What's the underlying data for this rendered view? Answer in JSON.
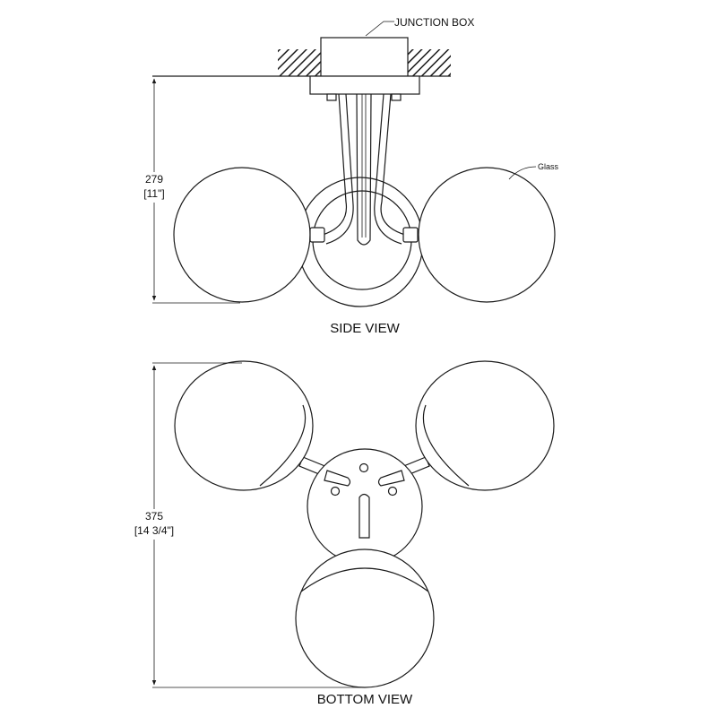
{
  "labels": {
    "junction_box": "JUNCTION BOX",
    "glass": "Glass",
    "side_view": "SIDE VIEW",
    "bottom_view": "BOTTOM VIEW"
  },
  "dimensions": {
    "height_mm": "279",
    "height_in": "[11\"]",
    "width_mm": "375",
    "width_in": "[14 3/4\"]"
  }
}
